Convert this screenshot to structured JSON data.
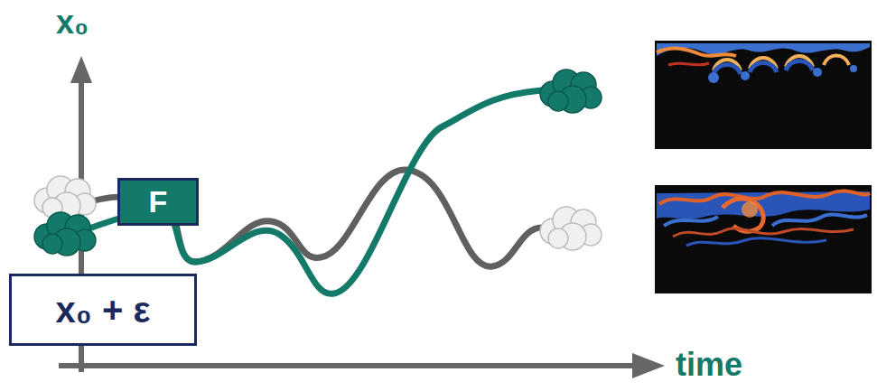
{
  "diagram": {
    "nodes": [
      {
        "text": [
          "x₀ + ε"
        ]
      },
      {
        "text": [
          "F"
        ]
      }
    ],
    "labels": [
      "x₀",
      "time"
    ]
  }
}
